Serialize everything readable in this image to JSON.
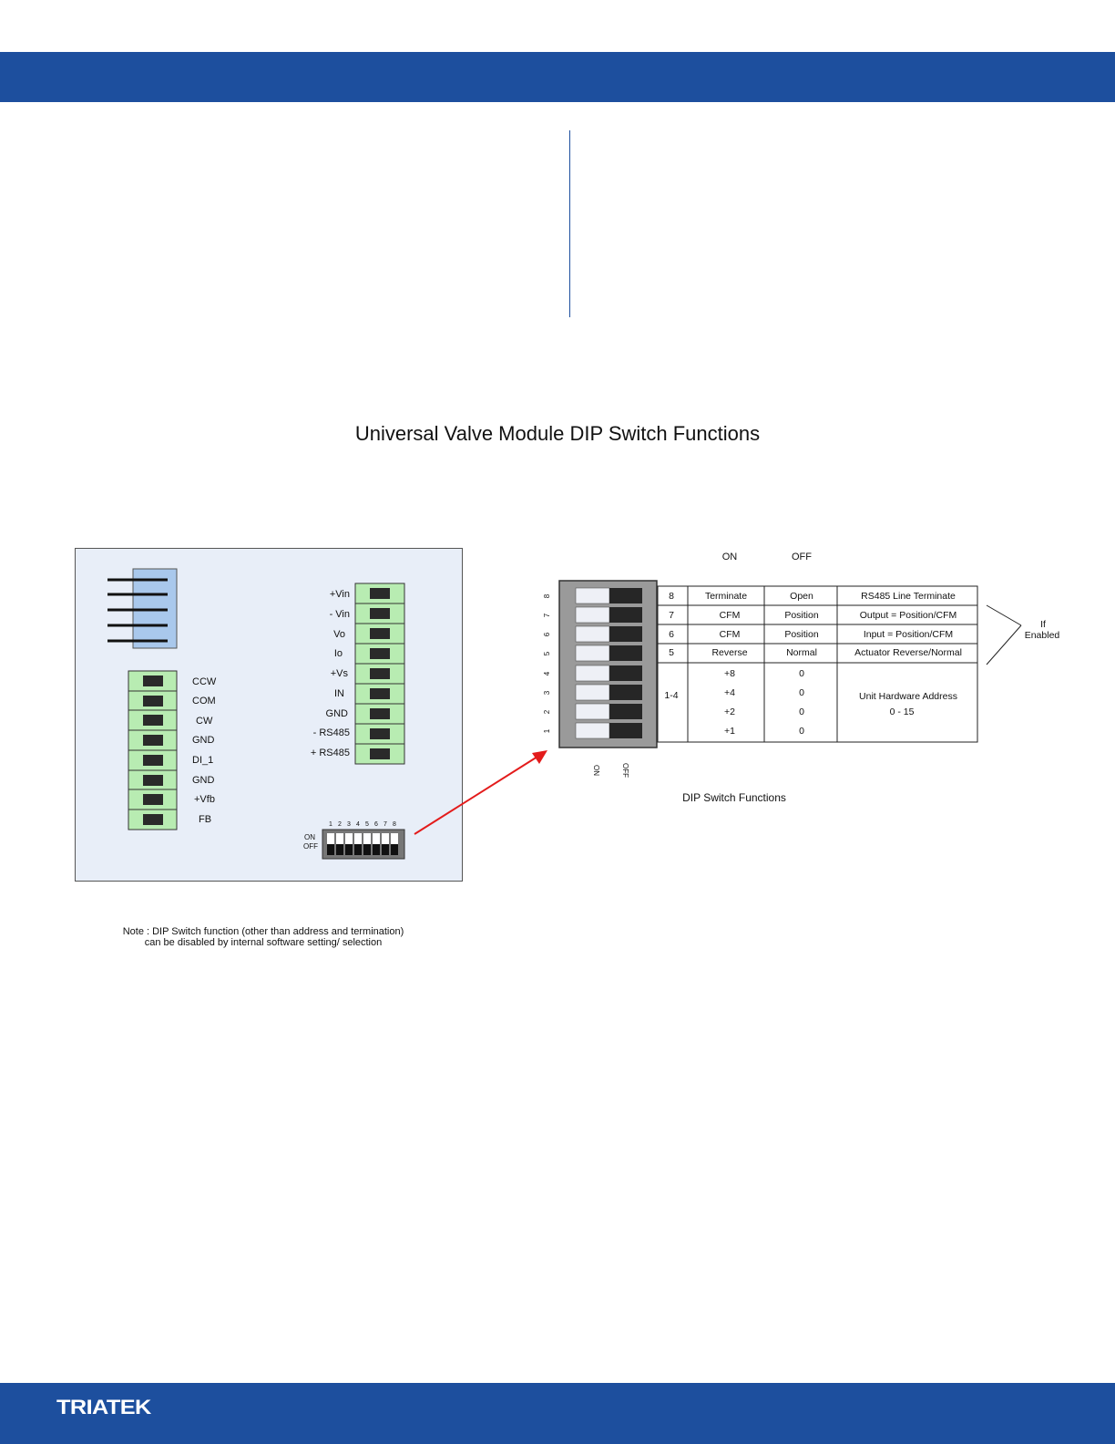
{
  "page": {
    "title": "Universal Valve Module DIP Switch Functions",
    "logo": "TRIATEK"
  },
  "board": {
    "left_terminals": [
      "CCW",
      "COM",
      "CW",
      "GND",
      "DI_1",
      "GND",
      "+Vfb",
      "FB"
    ],
    "right_terminals": [
      "+Vin",
      "- Vin",
      "Vo",
      "Io",
      "+Vs",
      "IN",
      "GND",
      "- RS485",
      "+ RS485"
    ],
    "dip_numbers": [
      "1",
      "2",
      "3",
      "4",
      "5",
      "6",
      "7",
      "8"
    ],
    "dip_on_label": "ON",
    "dip_off_label": "OFF",
    "note": "Note : DIP Switch function (other than address and termination) can be disabled by internal software setting/ selection"
  },
  "dip_table": {
    "col_on": "ON",
    "col_off": "OFF",
    "rows": [
      {
        "switch": "8",
        "on": "Terminate",
        "off": "Open",
        "function": "RS485 Line Terminate"
      },
      {
        "switch": "7",
        "on": "CFM",
        "off": "Position",
        "function": "Output = Position/CFM"
      },
      {
        "switch": "6",
        "on": "CFM",
        "off": "Position",
        "function": "Input = Position/CFM"
      },
      {
        "switch": "5",
        "on": "Reverse",
        "off": "Normal",
        "function": "Actuator Reverse/Normal"
      }
    ],
    "address_switch": "1-4",
    "address_on": [
      "+8",
      "+4",
      "+2",
      "+1"
    ],
    "address_off": [
      "0",
      "0",
      "0",
      "0"
    ],
    "address_function_line1": "Unit Hardware Address",
    "address_function_line2": "0 - 15",
    "side_numbers": [
      "8",
      "7",
      "6",
      "5",
      "4",
      "3",
      "2",
      "1"
    ],
    "bottom_on": "ON",
    "bottom_off": "OFF",
    "if_enabled_line1": "If",
    "if_enabled_line2": "Enabled",
    "caption": "DIP Switch Functions"
  }
}
